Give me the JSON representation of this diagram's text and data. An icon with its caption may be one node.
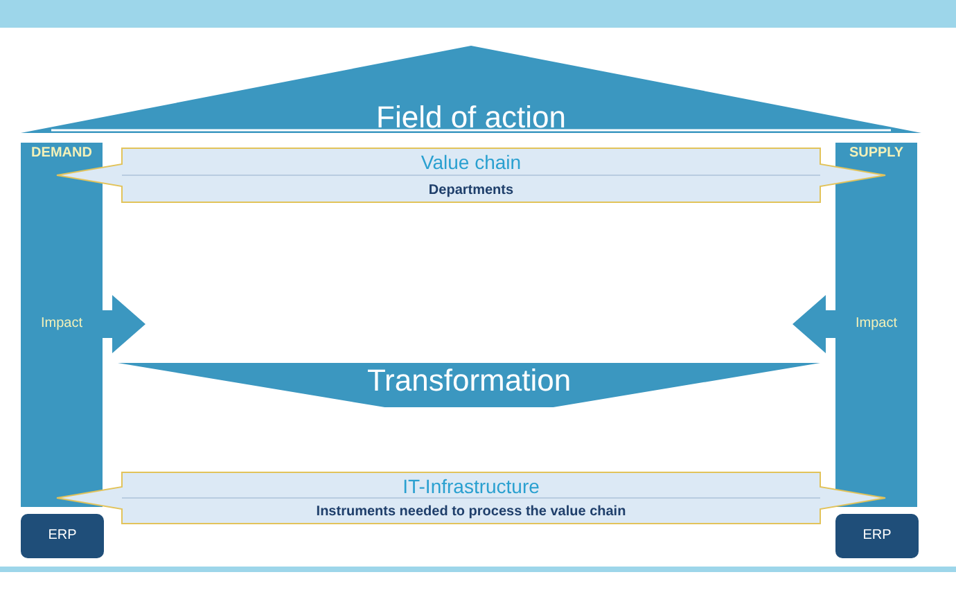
{
  "diagram": {
    "nodes": [
      {
        "text": [
          "Field of action"
        ]
      },
      {
        "text": [
          "DEMAND"
        ]
      },
      {
        "text": [
          "SUPPLY"
        ]
      },
      {
        "text": [
          "Value chain",
          "Departments"
        ]
      },
      {
        "text": [
          "Transformation"
        ]
      },
      {
        "text": [
          "IT-Infrastructure",
          "Instruments needed to process the value chain"
        ]
      },
      {
        "text": [
          "ERP"
        ]
      },
      {
        "text": [
          "ERP"
        ]
      }
    ],
    "edges": [
      {
        "from": 1,
        "to": 4,
        "arrow": "to",
        "label": "Impact",
        "style": "thick"
      },
      {
        "from": 2,
        "to": 4,
        "arrow": "to",
        "label": "Impact",
        "style": "thick"
      }
    ]
  }
}
